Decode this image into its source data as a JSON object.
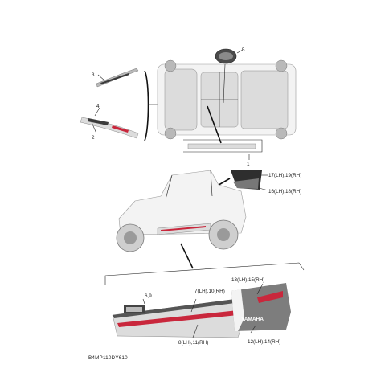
{
  "diagram": {
    "code": "B4MP110DY610",
    "callouts": {
      "c1": "1",
      "c2": "2",
      "c3": "3",
      "c4": "4",
      "c5": "5",
      "c16": "16(LH),18(RH)",
      "c17": "17(LH),19(RH)",
      "c69": "6,9",
      "c7": "7(LH),10(RH)",
      "c8": "8(LH),11(RH)",
      "c12": "12(LH),14(RH)",
      "c13": "13(LH),15(RH)"
    },
    "decal_text": {
      "brand": "YAMAHA"
    },
    "colors": {
      "accent_red": "#c9273c",
      "decal_gray": "#b9b9b9"
    }
  }
}
